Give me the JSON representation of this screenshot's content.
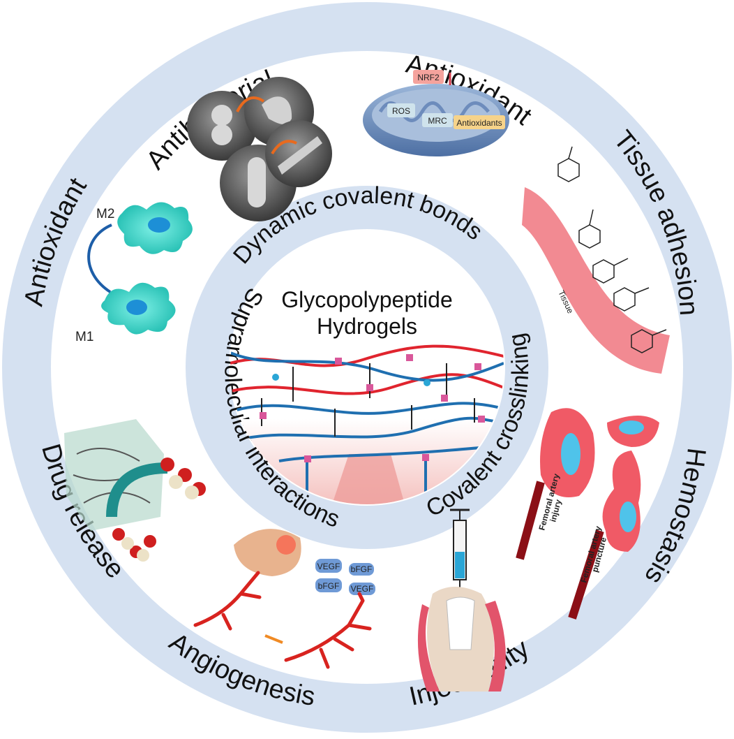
{
  "center": {
    "title_line1": "Glycopolypeptide",
    "title_line2": "Hydrogels"
  },
  "inner_ring": {
    "top": "Dynamic covalent bonds",
    "left": "Supramolecular interactions",
    "right": "Covalent crosslinking"
  },
  "outer_ring": {
    "antibacterial": "Antibacterial",
    "antioxidant_top": "Antioxidant",
    "tissue_adhesion": "Tissue adhesion",
    "hemostasis": "Hemostasis",
    "injectability": "Injectability",
    "angiogenesis": "Angiogenesis",
    "drug_release": "Drug release",
    "antioxidant_left": "Antioxidant"
  },
  "panel_labels": {
    "m2": "M2",
    "m1": "M1",
    "nrf2": "NRF2",
    "ros": "ROS",
    "mrc": "MRC",
    "antioxidants": "Antioxidants",
    "tissue": "Tissue",
    "vegf_1": "VEGF",
    "bfgf_1": "bFGF",
    "bfgf_2": "bFGF",
    "vegf_2": "VEGF",
    "femoral_injury_1": "Femoral artery",
    "femoral_injury_2": "injury",
    "femoral_puncture_1": "Femoral artery",
    "femoral_puncture_2": "puncture"
  },
  "colors": {
    "ring": "#d5e1f1",
    "polymer_red": "#e0242e",
    "polymer_blue": "#1f6fb0",
    "crosslink_pink": "#d9579a",
    "macrophage": "#49d6c9",
    "vessel_red": "#d8231f",
    "tissue_pink": "#f28a92"
  }
}
